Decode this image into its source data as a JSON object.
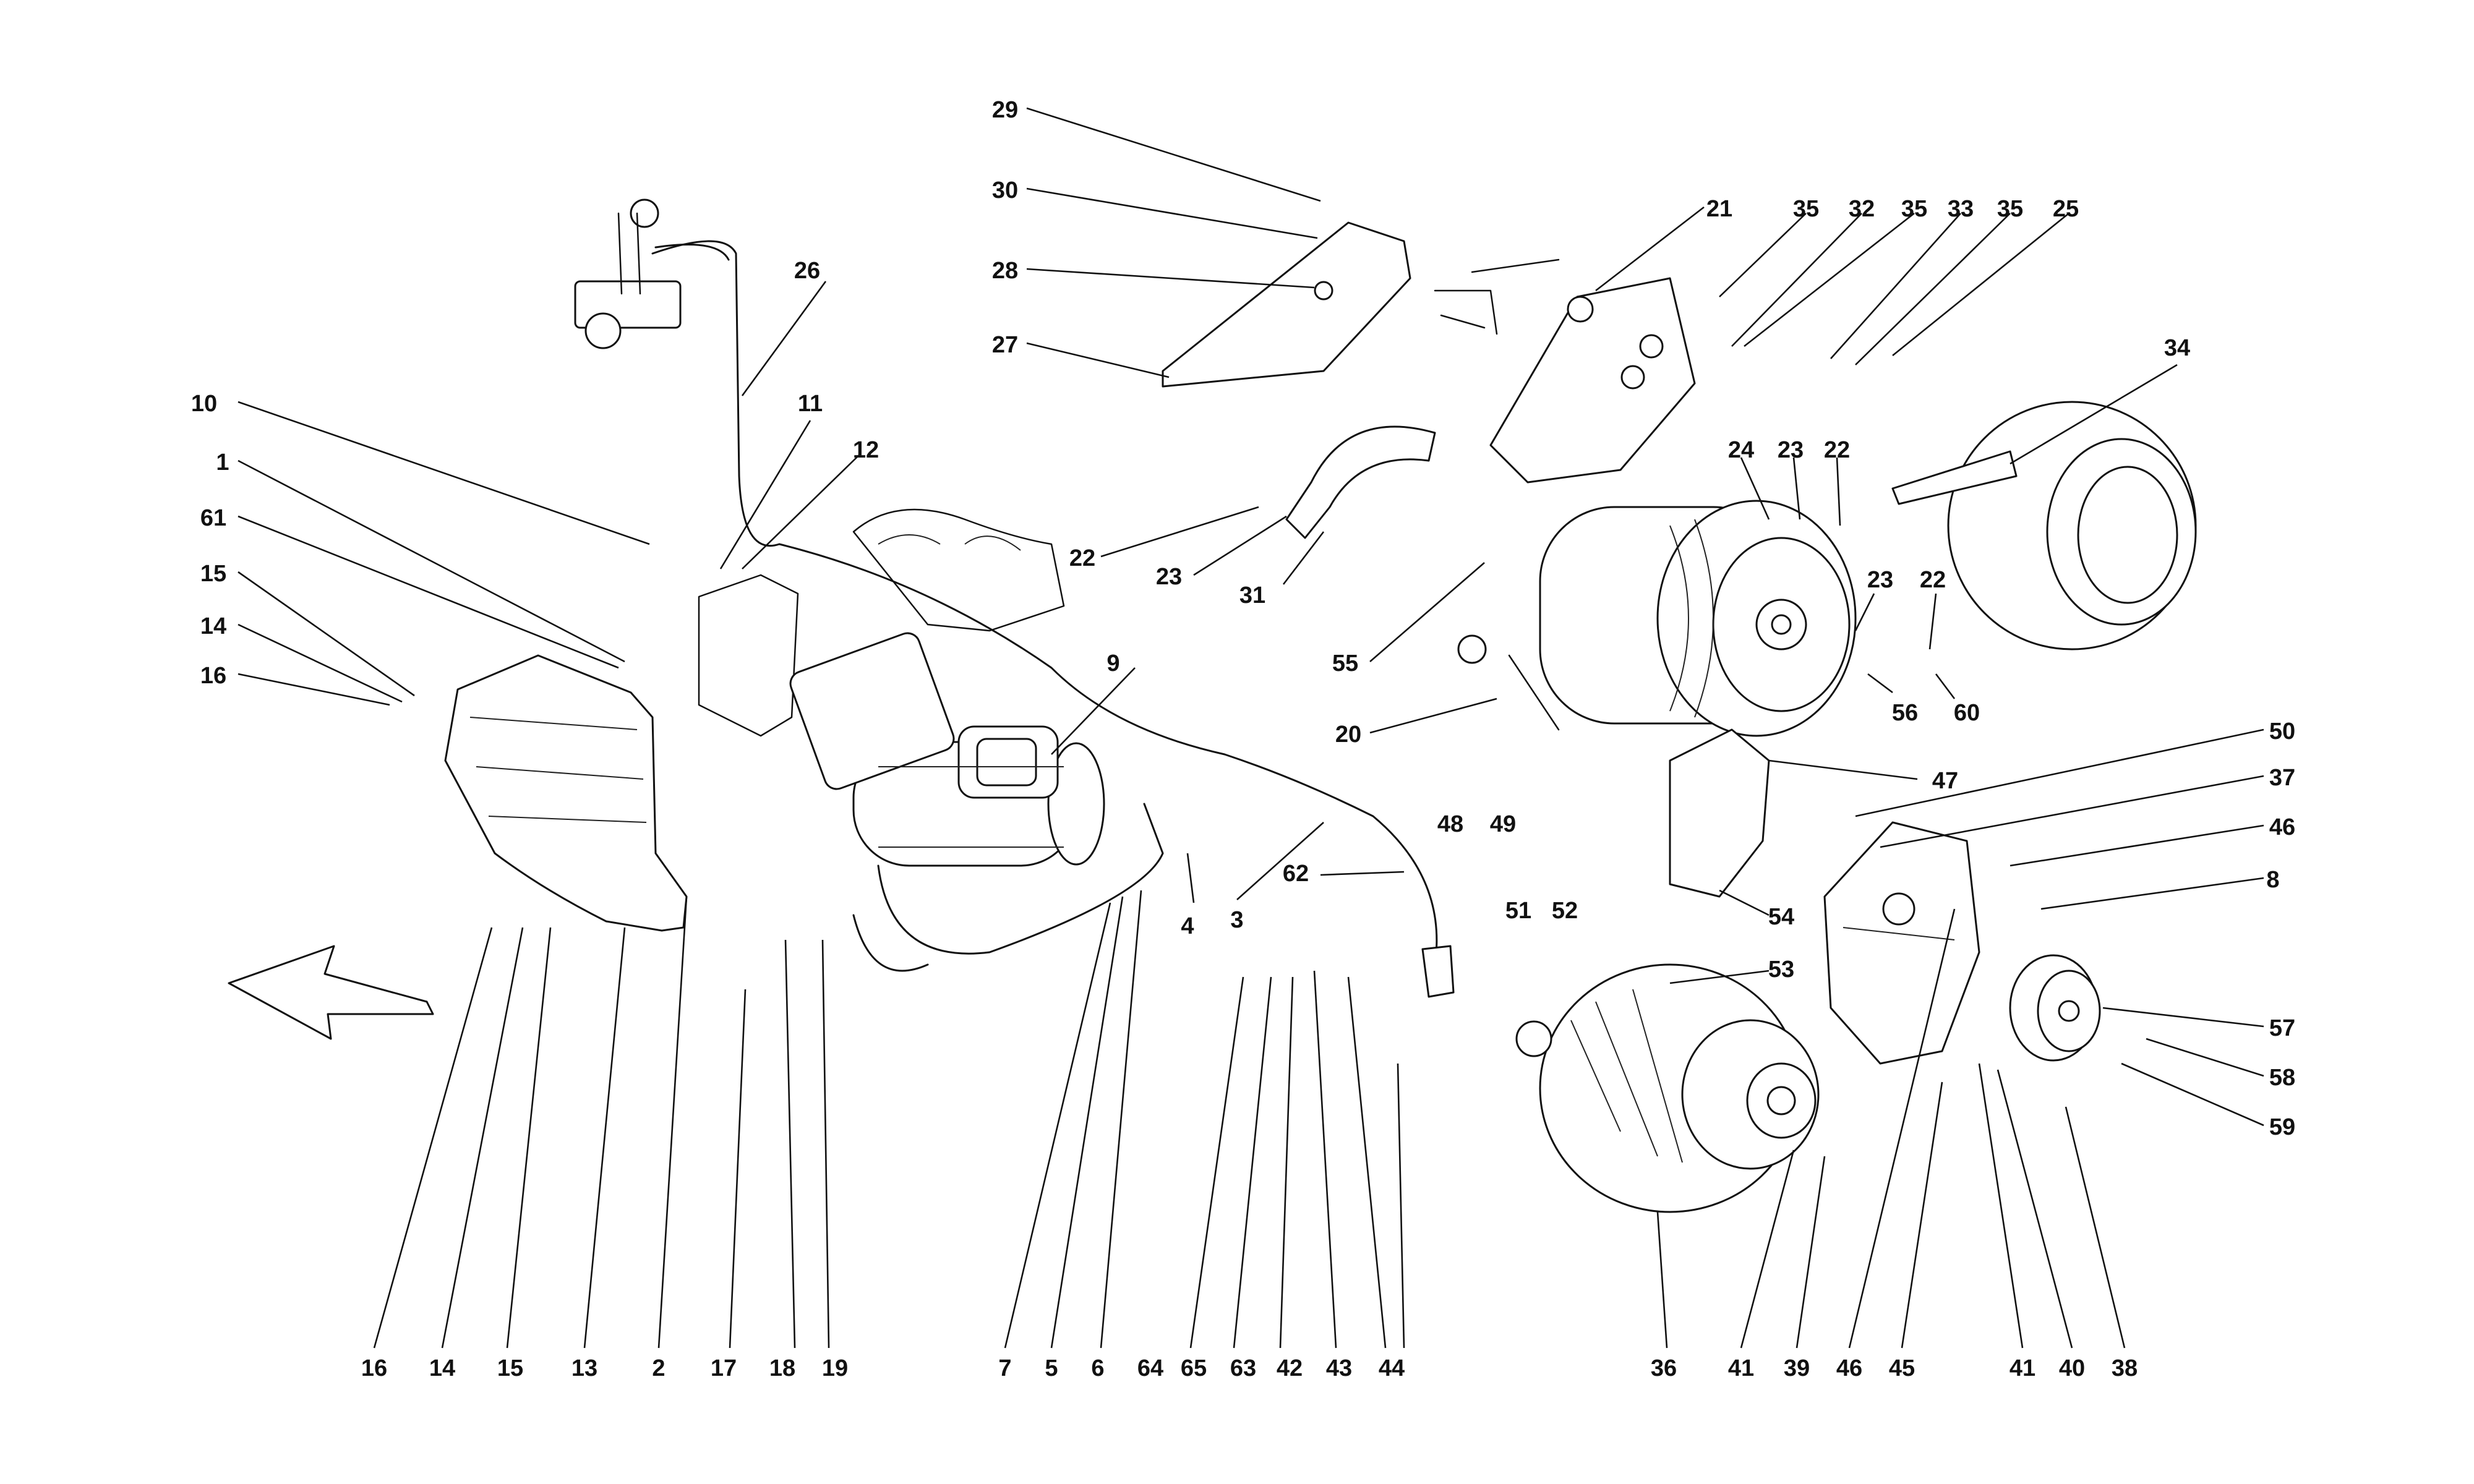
{
  "colors": {
    "line": "#111111",
    "background": "#ffffff"
  },
  "callouts": {
    "n1": "1",
    "n2": "2",
    "n3": "3",
    "n4": "4",
    "n5": "5",
    "n6": "6",
    "n7": "7",
    "n8": "8",
    "n9": "9",
    "n10": "10",
    "n11": "11",
    "n12": "12",
    "n13": "13",
    "n14a": "14",
    "n14b": "14",
    "n15a": "15",
    "n15b": "15",
    "n16a": "16",
    "n16b": "16",
    "n17": "17",
    "n18": "18",
    "n19": "19",
    "n20": "20",
    "n21": "21",
    "n22a": "22",
    "n22b": "22",
    "n22c": "22",
    "n23a": "23",
    "n23b": "23",
    "n23c": "23",
    "n24": "24",
    "n25": "25",
    "n26": "26",
    "n27": "27",
    "n28": "28",
    "n29": "29",
    "n30": "30",
    "n31": "31",
    "n32": "32",
    "n33": "33",
    "n35a": "35",
    "n35b": "35",
    "n35c": "35",
    "n34": "34",
    "n36": "36",
    "n37": "37",
    "n38": "38",
    "n39": "39",
    "n40": "40",
    "n41a": "41",
    "n41b": "41",
    "n42": "42",
    "n43": "43",
    "n44": "44",
    "n45": "45",
    "n46a": "46",
    "n46b": "46",
    "n47": "47",
    "n48": "48",
    "n49": "49",
    "n50": "50",
    "n51": "51",
    "n52": "52",
    "n53": "53",
    "n54": "54",
    "n55": "55",
    "n56": "56",
    "n57": "57",
    "n58": "58",
    "n59": "59",
    "n60": "60",
    "n61": "61",
    "n62": "62",
    "n63": "63",
    "n64": "64",
    "n65": "65"
  }
}
